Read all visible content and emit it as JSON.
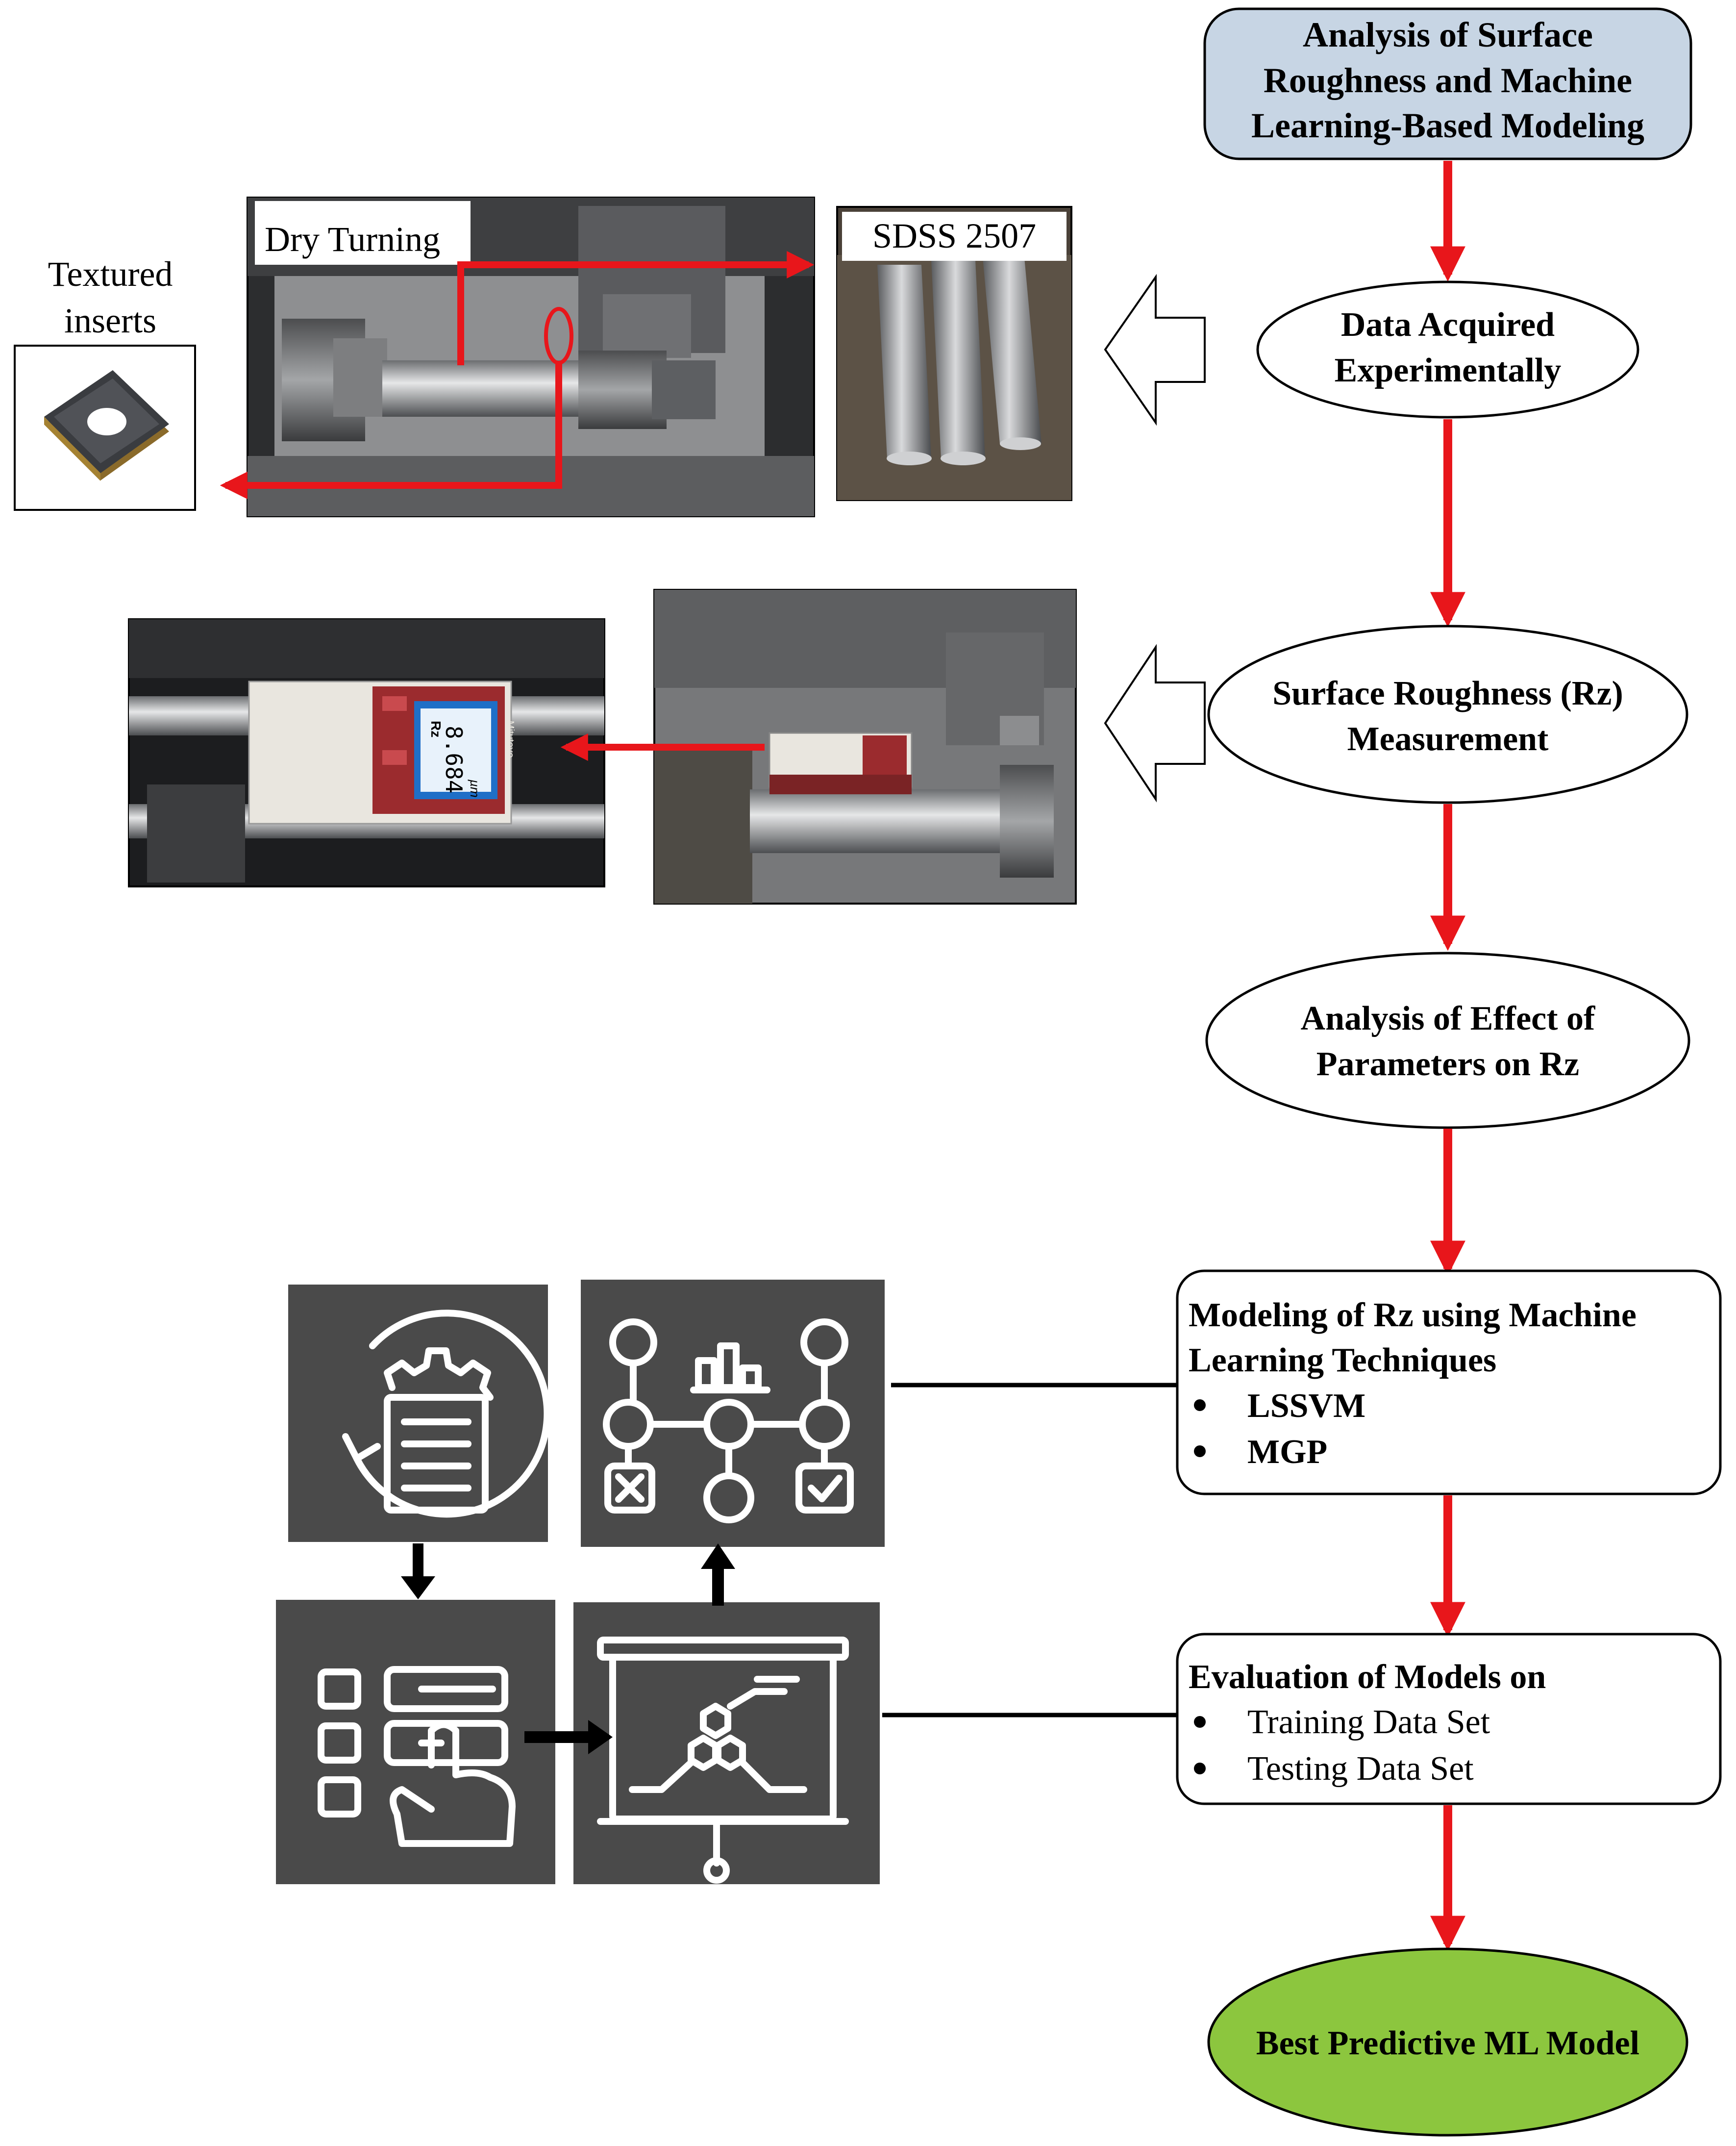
{
  "flowchart": {
    "title_box": [
      "Analysis of Surface",
      "Roughness and Machine",
      "Learning-Based Modeling"
    ],
    "step_data": [
      "Data Acquired",
      "Experimentally"
    ],
    "step_measure": [
      "Surface Roughness (Rz)",
      "Measurement"
    ],
    "step_effect": [
      "Analysis of Effect of",
      "Parameters on Rz"
    ],
    "step_modeling": {
      "heading": [
        "Modeling of Rz using Machine",
        "Learning Techniques"
      ],
      "bullets": [
        "LSSVM",
        "MGP"
      ]
    },
    "step_evaluation": {
      "heading": "Evaluation of Models on",
      "bullets": [
        "Training Data Set",
        "Testing Data Set"
      ]
    },
    "final": "Best Predictive ML Model"
  },
  "photos": {
    "textured_inserts": [
      "Textured",
      "inserts"
    ],
    "dry_turning": "Dry Turning",
    "material": "SDSS 2507",
    "tester_readout": {
      "param": "Rz",
      "value": "8.684",
      "unit": "µm",
      "brand": "Mitutoyo"
    }
  },
  "colors": {
    "arrow": "#e8161b",
    "title_fill": "#c7d5e4",
    "final_fill": "#8cc63e",
    "icon_tile": "#4a4a4a"
  }
}
